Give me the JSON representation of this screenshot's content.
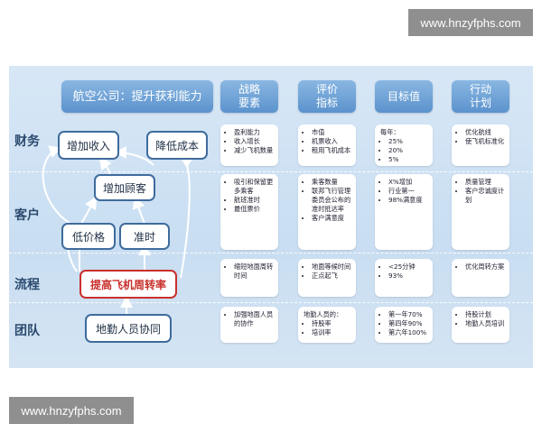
{
  "watermark": "www.hnzyfphs.com",
  "title": "航空公司：提升获利能力",
  "headers": [
    {
      "l1": "战略",
      "l2": "要素"
    },
    {
      "l1": "评价",
      "l2": "指标"
    },
    {
      "l1": "目标值",
      "l2": ""
    },
    {
      "l1": "行动",
      "l2": "计划"
    }
  ],
  "rows": [
    {
      "label": "财务"
    },
    {
      "label": "客户"
    },
    {
      "label": "流程"
    },
    {
      "label": "团队"
    }
  ],
  "map_nodes": {
    "increase_income": "增加收入",
    "reduce_cost": "降低成本",
    "add_customers": "增加顾客",
    "low_price": "低价格",
    "on_time": "准时",
    "turnaround": "提高飞机周转率",
    "ground_crew": "地勤人员协同"
  },
  "cells": [
    [
      {
        "pre": "",
        "items": [
          "盈利能力",
          "收入增长",
          "减少飞机数量"
        ]
      },
      {
        "pre": "",
        "items": [
          "市值",
          "机票收入",
          "租用飞机成本"
        ]
      },
      {
        "pre": "每年：",
        "items": [
          "25%",
          "20%",
          "5%"
        ]
      },
      {
        "pre": "",
        "items": [
          "优化航线",
          "使飞机标准化"
        ]
      }
    ],
    [
      {
        "pre": "",
        "items": [
          "吸引和保留更多乘客",
          "航班准时",
          "最低票价"
        ]
      },
      {
        "pre": "",
        "items": [
          "乘客数量",
          "联邦飞行管理委员会公布的准时抵达率",
          "客户满意度"
        ]
      },
      {
        "pre": "",
        "items": [
          "X%增加",
          "行业第一",
          "98%满意度"
        ]
      },
      {
        "pre": "",
        "items": [
          "质量管理",
          "客户忠诚度计划"
        ]
      }
    ],
    [
      {
        "pre": "",
        "items": [
          "缩短地面周转时间"
        ]
      },
      {
        "pre": "",
        "items": [
          "地面等候时间",
          "正点起飞"
        ]
      },
      {
        "pre": "",
        "items": [
          "<25分钟",
          "93%"
        ]
      },
      {
        "pre": "",
        "items": [
          "优化周转方案"
        ]
      }
    ],
    [
      {
        "pre": "",
        "items": [
          "加强地面人员的协作"
        ]
      },
      {
        "pre": "地勤人员的：",
        "items": [
          "持股率",
          "培训率"
        ]
      },
      {
        "pre": "",
        "items": [
          "第一年70%",
          "第四年90%",
          "第六年100%"
        ]
      },
      {
        "pre": "",
        "items": [
          "持股计划",
          "地勤人员培训"
        ]
      }
    ]
  ],
  "colors": {
    "header": "#5b93cd",
    "node_border": "#3f6b9c",
    "highlight": "#c9302c",
    "panel": "#d0e2f4"
  }
}
